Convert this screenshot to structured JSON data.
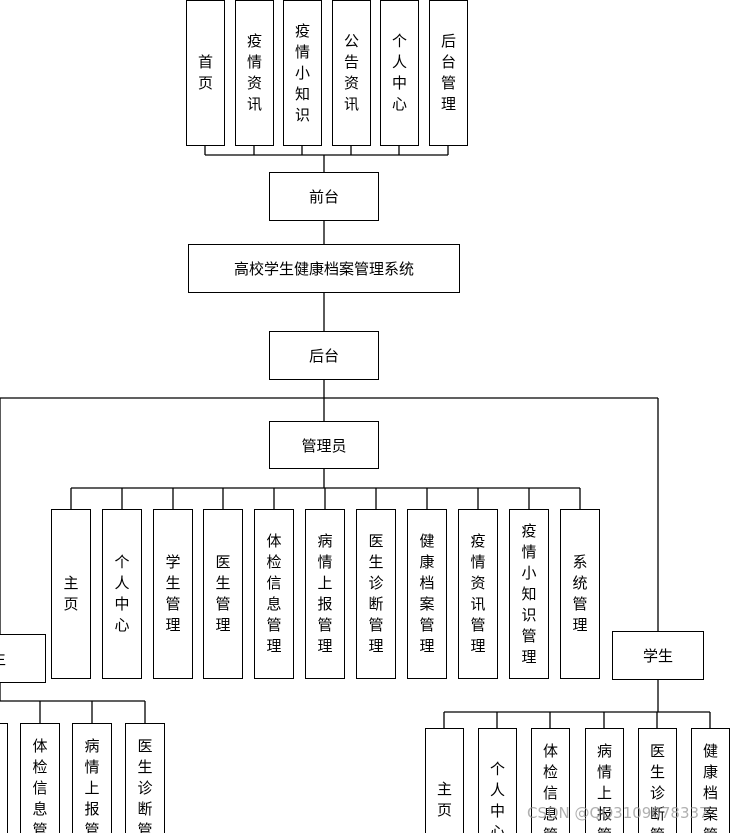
{
  "front_tabs": [
    "首页",
    "疫情资讯",
    "疫情小知识",
    "公告资讯",
    "个人中心",
    "后台管理"
  ],
  "front_label": "前台",
  "system_label": "高校学生健康档案管理系统",
  "back_label": "后台",
  "admin_label": "管理员",
  "admin_items": [
    "主页",
    "个人中心",
    "学生管理",
    "医生管理",
    "体检信息管理",
    "病情上报管理",
    "医生诊断管理",
    "健康档案管理",
    "疫情资讯管理",
    "疫情小知识管理",
    "系统管理"
  ],
  "doctor_label": "医生",
  "doctor_items": [
    "体检信息管理",
    "病情上报管理",
    "医生诊断管理"
  ],
  "student_label": "学生",
  "student_items": [
    "主页",
    "个人中心",
    "体检信息管理",
    "病情上报管理",
    "医生诊断管理",
    "健康档案管理"
  ],
  "watermark": "CSDN @QQ3109678337"
}
